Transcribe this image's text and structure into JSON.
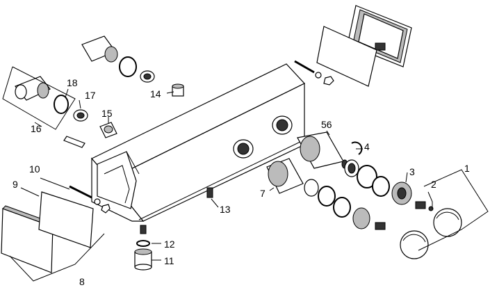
{
  "diagram": {
    "callouts": [
      {
        "id": "c1",
        "text": "1"
      },
      {
        "id": "c2",
        "text": "2"
      },
      {
        "id": "c3",
        "text": "3"
      },
      {
        "id": "c4",
        "text": "4"
      },
      {
        "id": "c56",
        "text": "56"
      },
      {
        "id": "c7",
        "text": "7"
      },
      {
        "id": "c8",
        "text": "8"
      },
      {
        "id": "c9",
        "text": "9"
      },
      {
        "id": "c10",
        "text": "10"
      },
      {
        "id": "c11",
        "text": "11"
      },
      {
        "id": "c12",
        "text": "12"
      },
      {
        "id": "c13",
        "text": "13"
      },
      {
        "id": "c14",
        "text": "14"
      },
      {
        "id": "c15",
        "text": "15"
      },
      {
        "id": "c16",
        "text": "16"
      },
      {
        "id": "c17",
        "text": "17"
      },
      {
        "id": "c18",
        "text": "18"
      }
    ]
  }
}
